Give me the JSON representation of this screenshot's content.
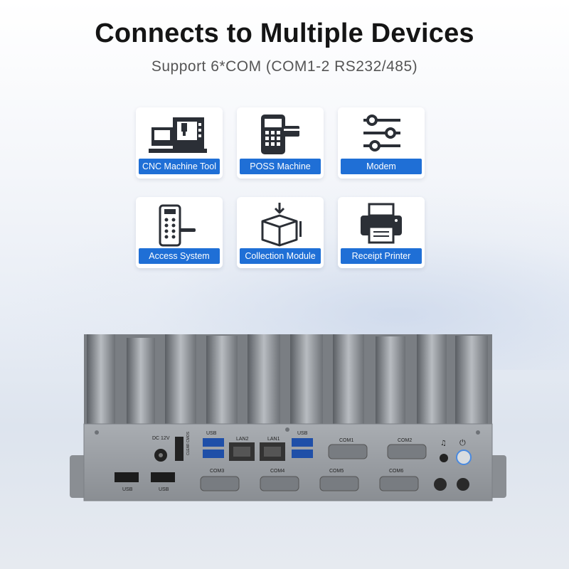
{
  "headline": "Connects to Multiple Devices",
  "subline": "Support 6*COM (COM1-2 RS232/485)",
  "devices": [
    {
      "label": "CNC Machine Tool",
      "icon": "cnc-machine-icon"
    },
    {
      "label": "POSS Machine",
      "icon": "pos-terminal-icon"
    },
    {
      "label": "Modem",
      "icon": "sliders-icon"
    },
    {
      "label": "Access System",
      "icon": "keypad-lock-icon"
    },
    {
      "label": "Collection Module",
      "icon": "box-download-icon"
    },
    {
      "label": "Receipt Printer",
      "icon": "printer-icon"
    }
  ],
  "ports": {
    "dc": "DC 12V",
    "usb": "USB",
    "lan2": "LAN2",
    "lan1": "LAN1",
    "clear_cmos": "CLEAR CMOS",
    "com1": "COM1",
    "com2": "COM2",
    "com3": "COM3",
    "com4": "COM4",
    "com5": "COM5",
    "com6": "COM6"
  },
  "colors": {
    "accent": "#1f6fd6",
    "chassis": "#8f9398",
    "title": "#151515"
  }
}
